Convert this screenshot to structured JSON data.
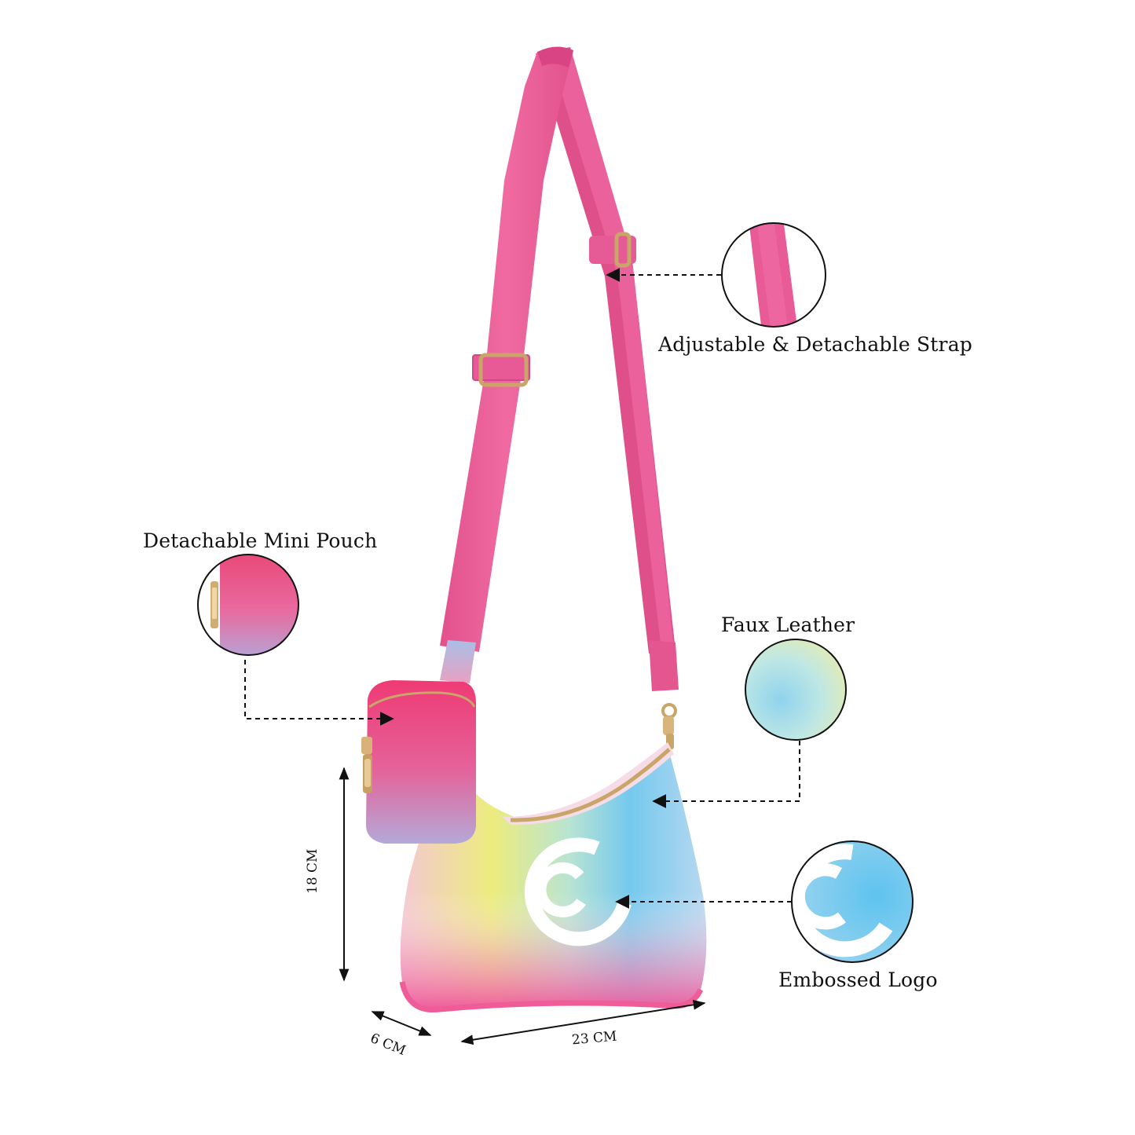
{
  "labels": {
    "strap": "Adjustable & Detachable Strap",
    "pouch": "Detachable Mini Pouch",
    "material": "Faux Leather",
    "logo": "Embossed Logo"
  },
  "dimensions": {
    "height": "18 CM",
    "width": "23 CM",
    "depth": "6 CM"
  },
  "colors": {
    "strap_pink": "#ec5f99",
    "pouch_top": "#ee3f78",
    "pouch_bottom": "#b8a8d6",
    "bag_yellow": "#eaea7a",
    "bag_blue": "#6ec8ec",
    "bag_pink": "#f26aa0",
    "hardware_gold": "#c9a56a"
  }
}
